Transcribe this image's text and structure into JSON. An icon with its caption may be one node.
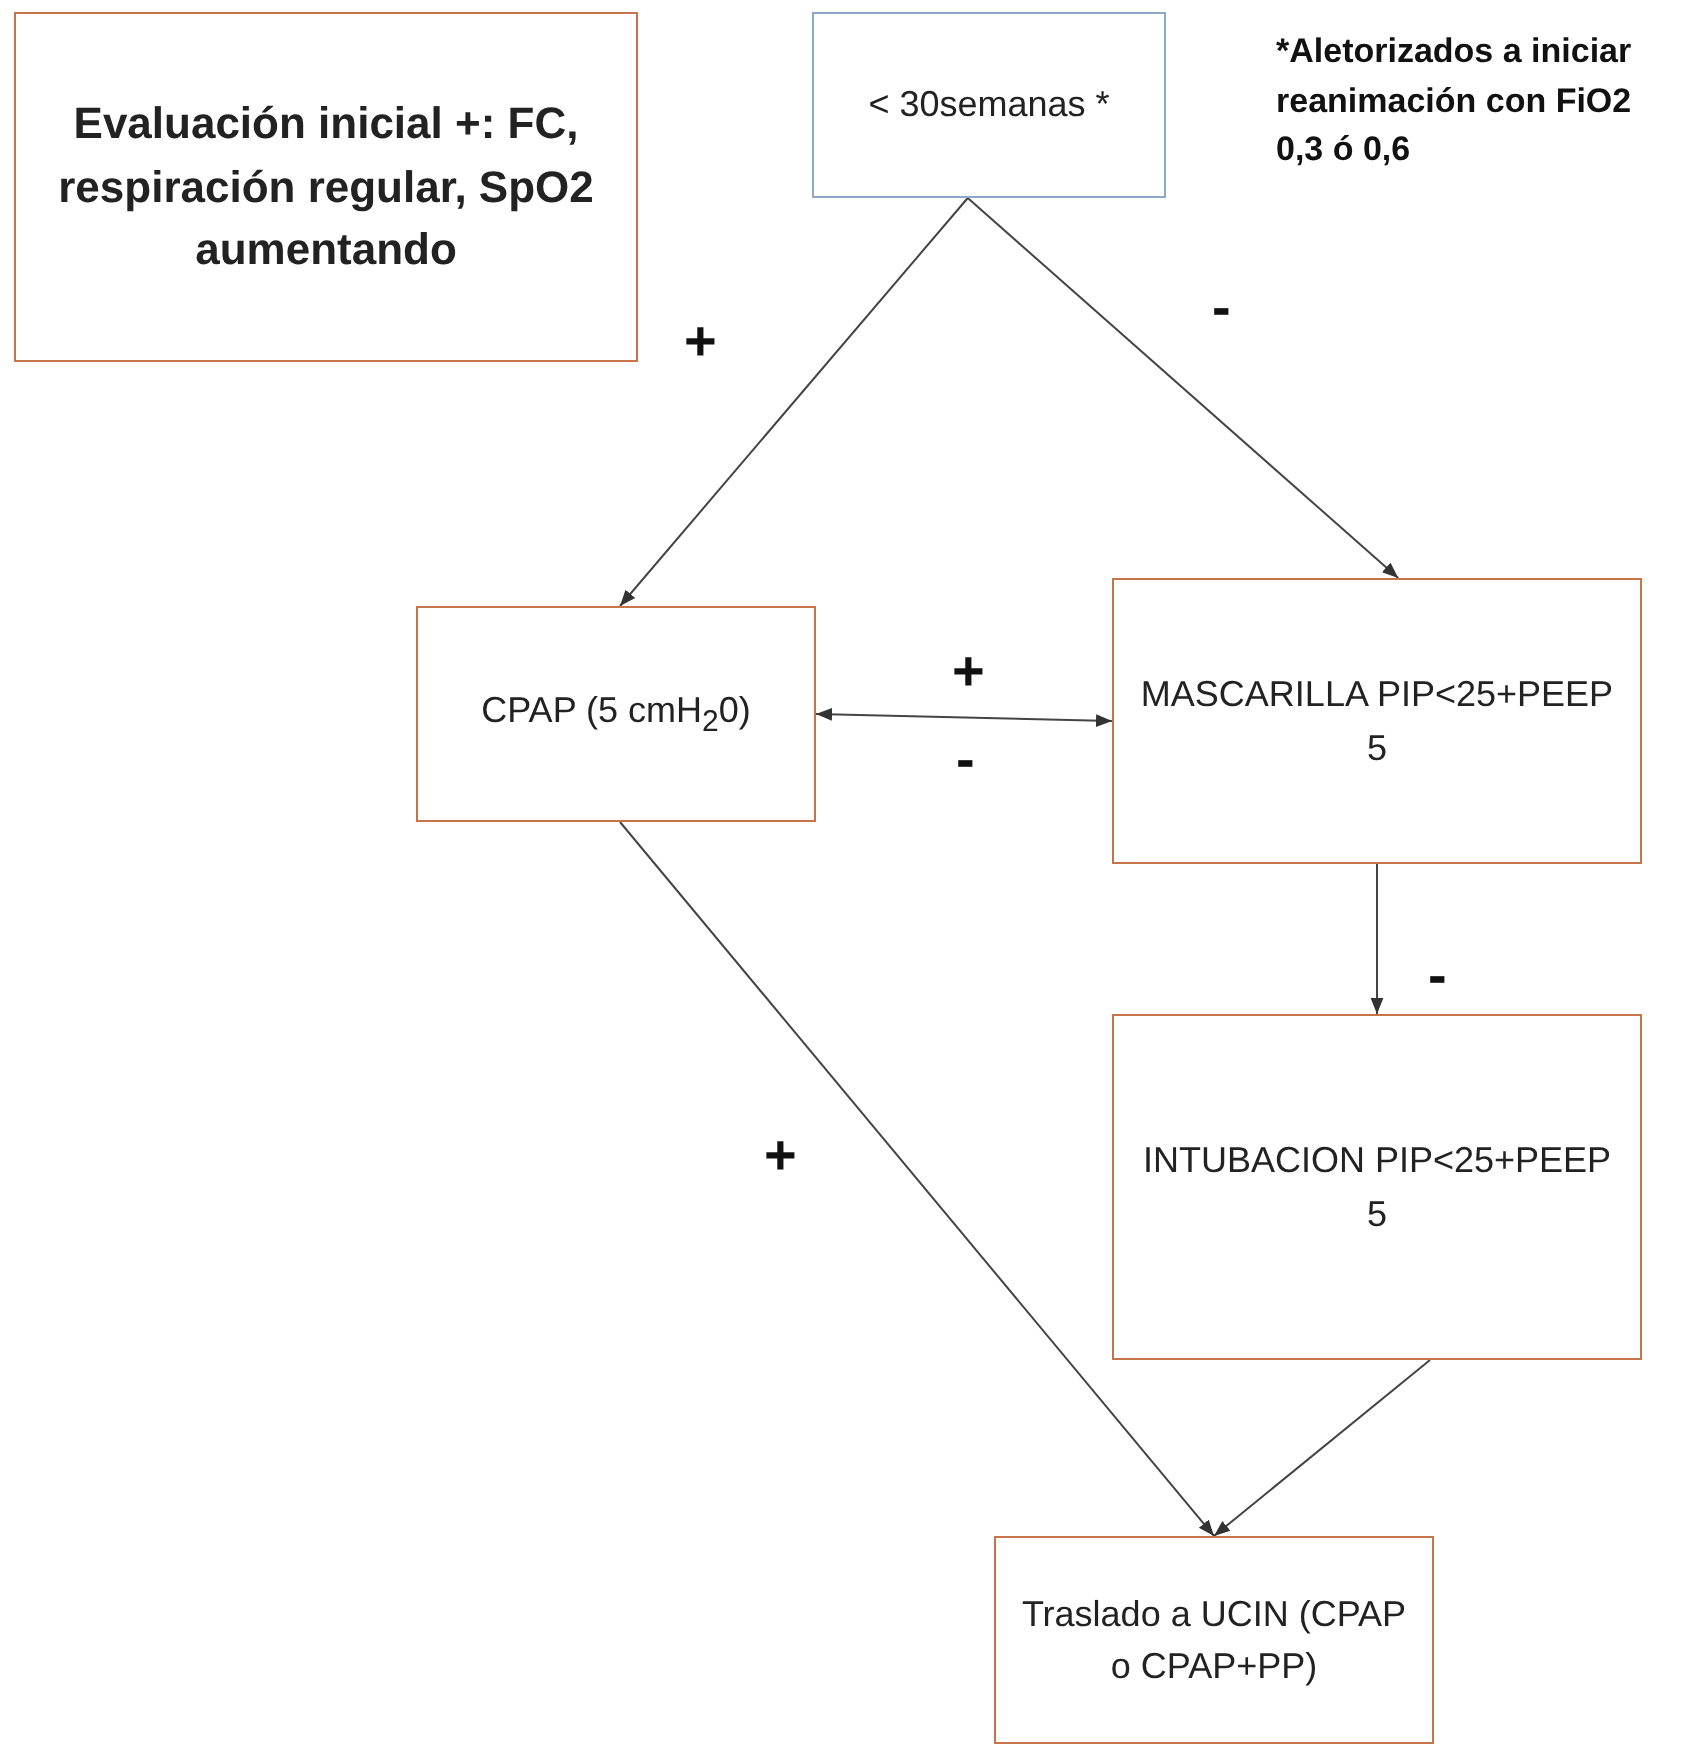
{
  "diagram": {
    "nodes": [
      {
        "text": [
          "Evaluación inicial +: FC, respiración regular, SpO2 aumentando"
        ]
      },
      {
        "text": [
          "< 30semanas *"
        ]
      },
      {
        "text": [
          "CPAP (5 cmH$_{2}$0)"
        ]
      },
      {
        "text": [
          "MASCARILLA PIP<25+PEEP 5"
        ]
      },
      {
        "text": [
          "INTUBACION PIP<25+PEEP 5"
        ]
      },
      {
        "text": [
          "Traslado a UCIN (CPAP o CPAP+PP)"
        ]
      }
    ],
    "edges": [
      {
        "from": 1,
        "to": 2,
        "arrow": "to",
        "label": "+"
      },
      {
        "from": 1,
        "to": 3,
        "arrow": "to",
        "label": "-"
      },
      {
        "from": 2,
        "to": 3,
        "arrow": "both",
        "label": "+"
      },
      {
        "from": 3,
        "to": 4,
        "arrow": "to",
        "label": "-"
      },
      {
        "from": 2,
        "to": 5,
        "arrow": "to",
        "label": "+"
      },
      {
        "from": 4,
        "to": 5,
        "arrow": "to"
      }
    ],
    "labels": [
      "*Aletorizados a iniciar reanimación con FiO2 0,3 ó 0,6",
      "-"
    ]
  }
}
